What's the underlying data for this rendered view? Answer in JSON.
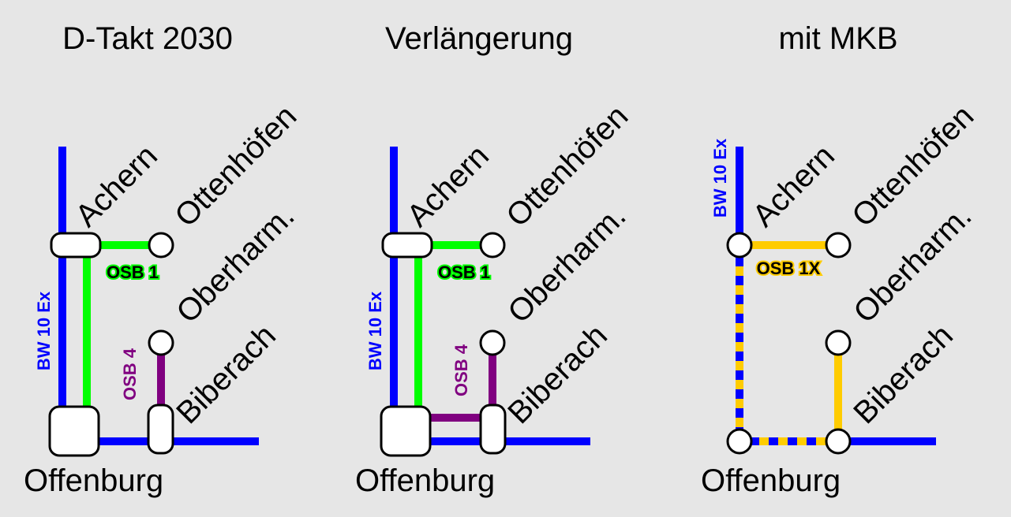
{
  "colors": {
    "background": "#e6e6e6",
    "bw10": "#0000ff",
    "osb1": "#00ff00",
    "osb4": "#800080",
    "osb1x": "#ffcc00"
  },
  "panels": [
    {
      "title": "D-Takt 2030",
      "stations": {
        "achern": "Achern",
        "ottenhoefen": "Ottenhöfen",
        "oberharm": "Oberharm.",
        "biberach": "Biberach",
        "offenburg": "Offenburg"
      },
      "lines": {
        "bw": "BW 10 Ex",
        "osb_a": "OSB 1",
        "osb_b": "OSB 4"
      }
    },
    {
      "title": "Verlängerung",
      "stations": {
        "achern": "Achern",
        "ottenhoefen": "Ottenhöfen",
        "oberharm": "Oberharm.",
        "biberach": "Biberach",
        "offenburg": "Offenburg"
      },
      "lines": {
        "bw": "BW 10 Ex",
        "osb_a": "OSB 1",
        "osb_b": "OSB 4"
      }
    },
    {
      "title": "mit MKB",
      "stations": {
        "achern": "Achern",
        "ottenhoefen": "Ottenhöfen",
        "oberharm": "Oberharm.",
        "biberach": "Biberach",
        "offenburg": "Offenburg"
      },
      "lines": {
        "bw": "BW 10 Ex",
        "osb_a": "OSB 1X"
      }
    }
  ]
}
